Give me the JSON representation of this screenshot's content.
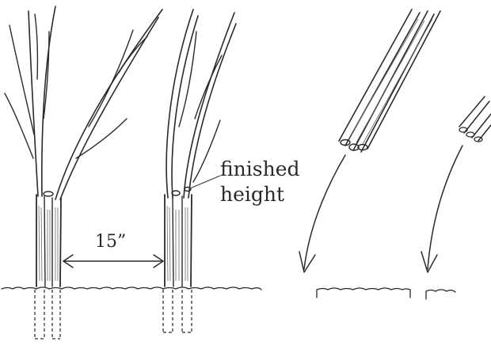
{
  "annotations": {
    "finished_label_line1": "finished",
    "finished_label_line2": "height",
    "spacing_label": "15”"
  }
}
